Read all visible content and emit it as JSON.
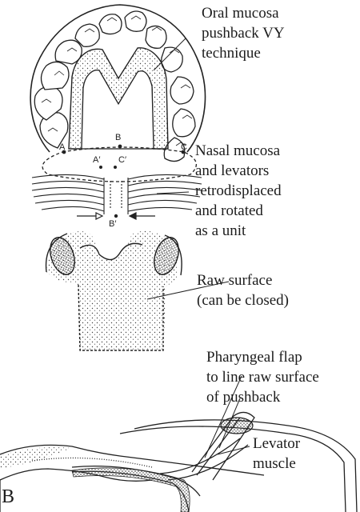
{
  "labels": {
    "oral_mucosa": [
      "Oral mucosa",
      "pushback VY",
      "technique"
    ],
    "nasal_mucosa": [
      "Nasal mucosa",
      "and levators",
      "retrodisplaced",
      "and rotated",
      "as a unit"
    ],
    "raw_surface": [
      "Raw surface",
      "(can be closed)"
    ],
    "pharyngeal_flap": [
      "Pharyngeal flap",
      "to line raw surface",
      "of pushback"
    ],
    "levator": [
      "Levator",
      "muscle"
    ]
  },
  "points": {
    "a": "A",
    "b": "B",
    "c": "C",
    "a_prime": "A′",
    "c_prime": "C′",
    "b_prime": "B′"
  },
  "panel_label": "B",
  "colors": {
    "ink": "#1c1c1c",
    "paper": "#ffffff"
  }
}
